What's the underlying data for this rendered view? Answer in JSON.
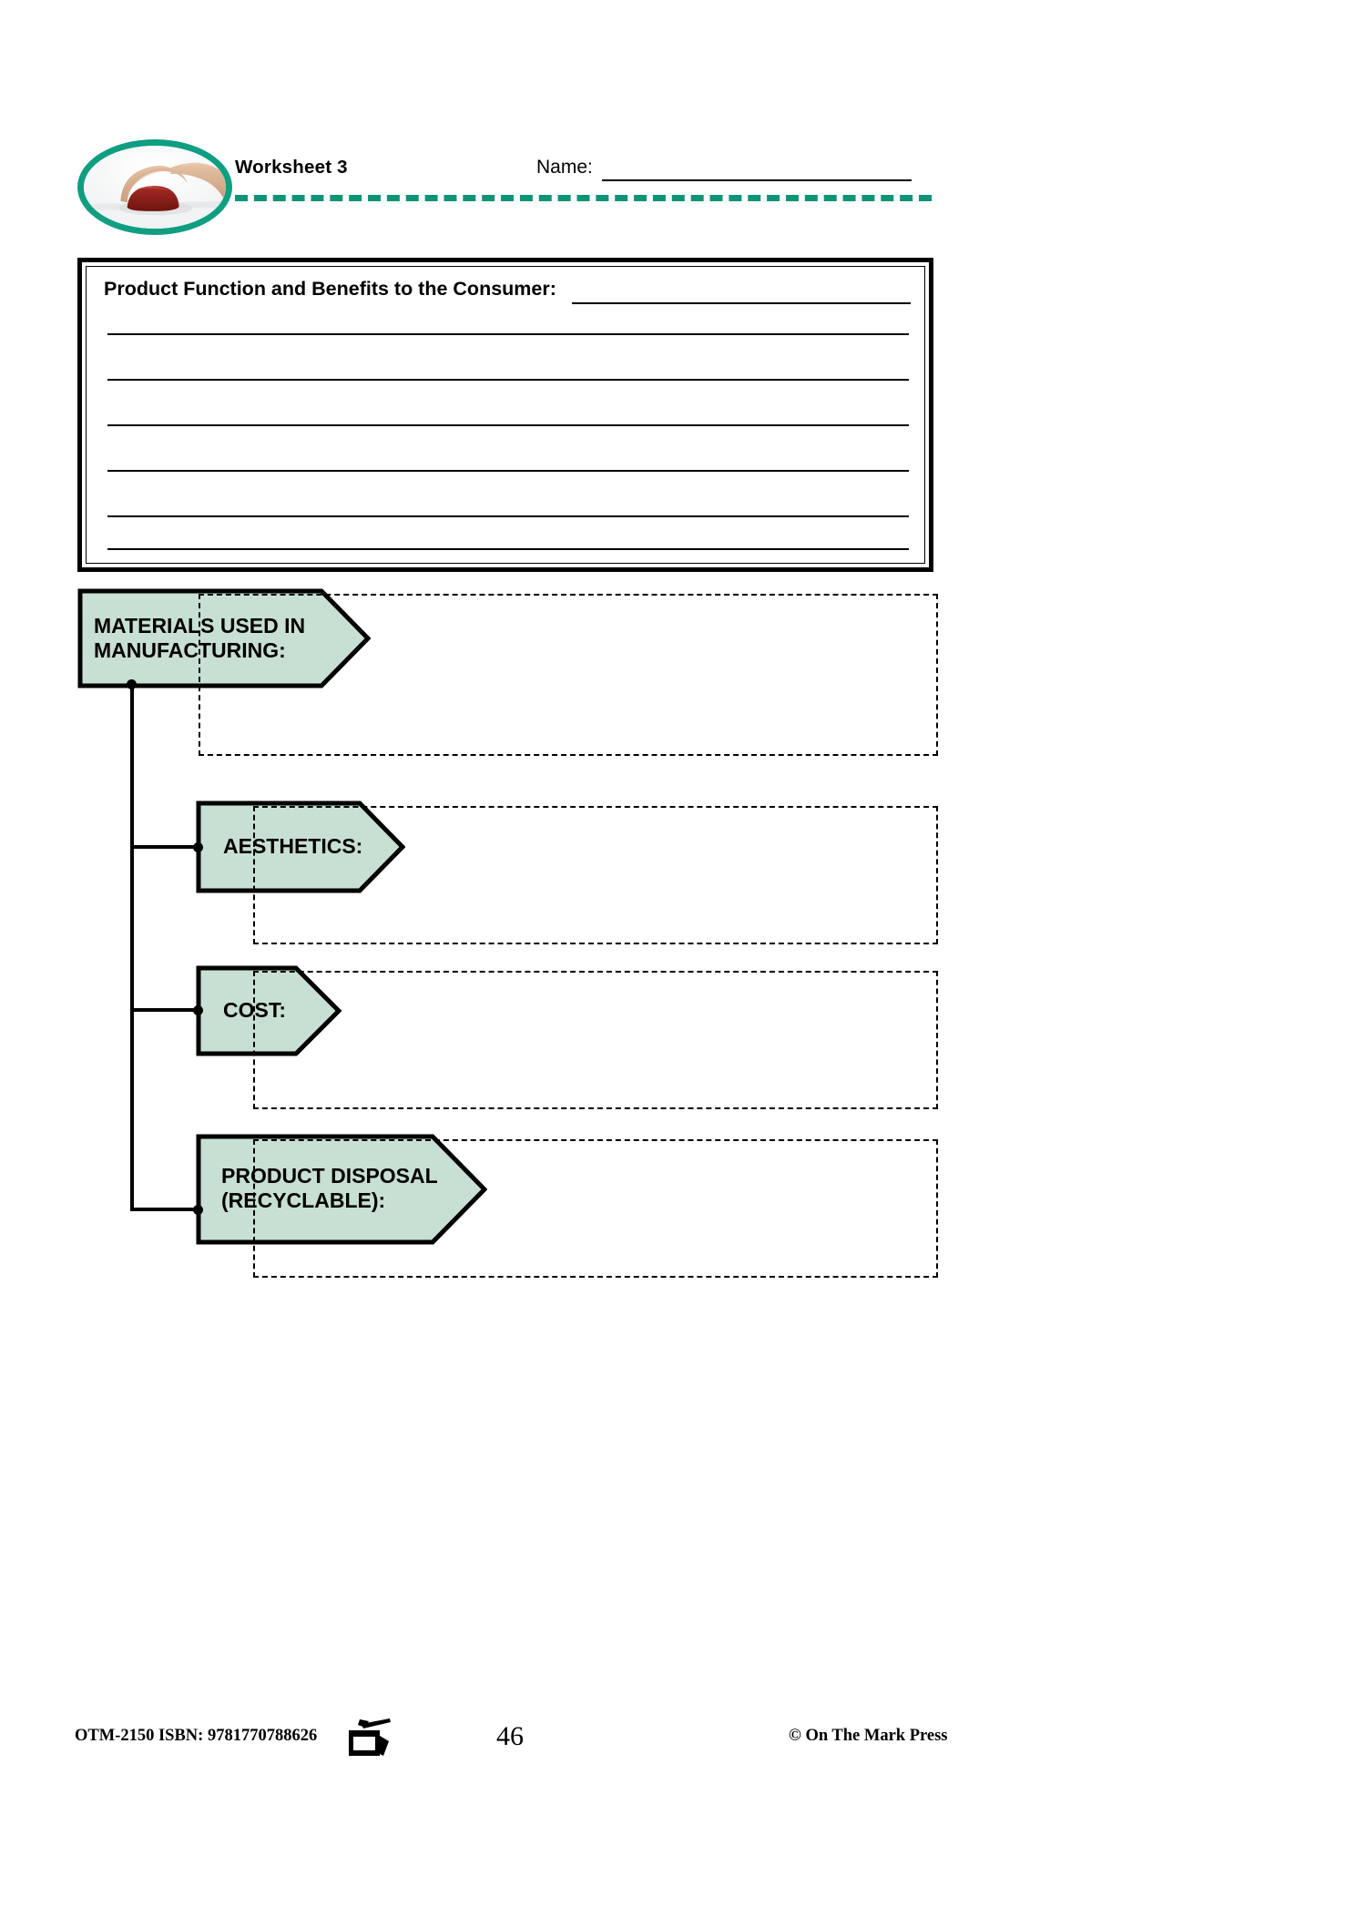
{
  "header": {
    "logo_icon": "computer-mouse-photo-oval",
    "worksheet_label": "Worksheet 3",
    "name_label": "Name:",
    "name_value": "",
    "divider_color": "#0e9476",
    "logo_ring_color": "#0f9e82"
  },
  "write_box": {
    "title": "Product Function and Benefits to the Consumer:",
    "answer_value": "",
    "line_count": 7
  },
  "flow": {
    "accent_fill": "#c8e0d4",
    "outline_color": "#000000",
    "nodes": [
      {
        "id": "materials",
        "label": "MATERIALS USED IN\nMANUFACTURING:",
        "answer_value": ""
      },
      {
        "id": "aesthetics",
        "label": "AESTHETICS:",
        "answer_value": ""
      },
      {
        "id": "cost",
        "label": "COST:",
        "answer_value": ""
      },
      {
        "id": "disposal",
        "label": "PRODUCT DISPOSAL\n(RECYCLABLE):",
        "answer_value": ""
      }
    ]
  },
  "footer": {
    "code": "OTM-2150  ISBN: 9781770788626",
    "copier_icon": "photocopier-icon",
    "page_number": "46",
    "copyright": "© On The Mark Press"
  }
}
